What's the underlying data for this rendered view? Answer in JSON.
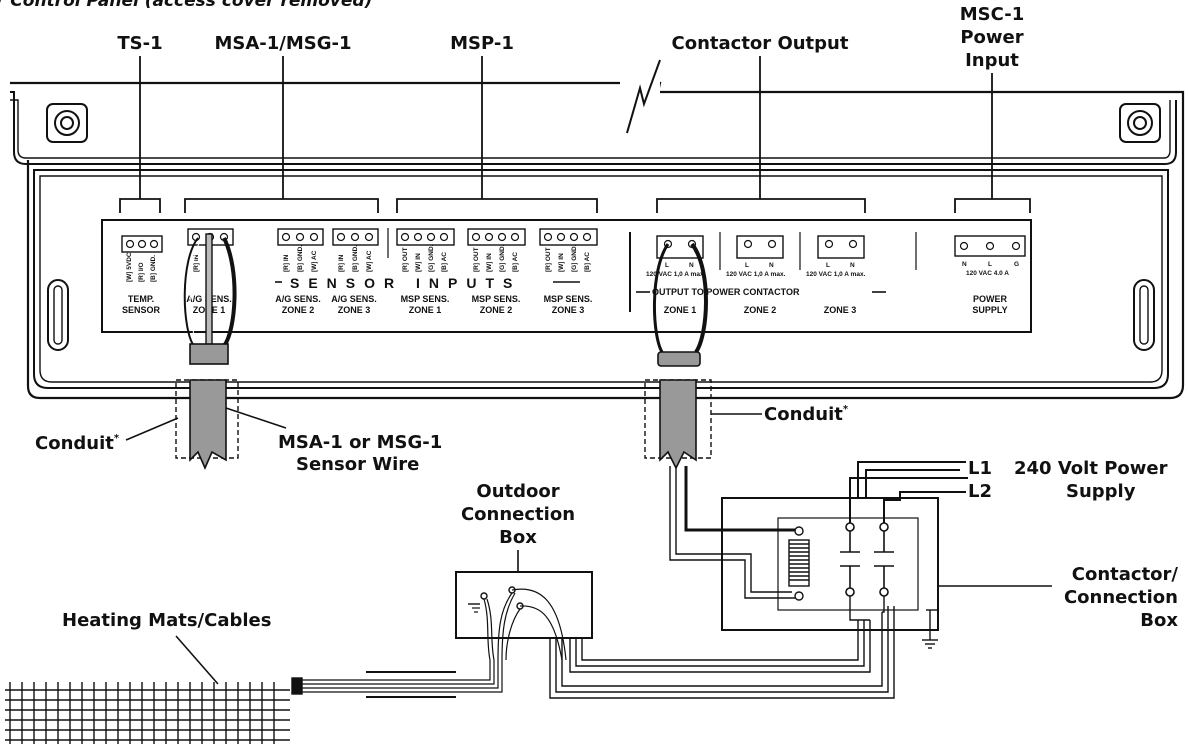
{
  "header": {
    "partial_title": "r Control Panel",
    "partial_subtitle": "(access cover removed)"
  },
  "callouts": {
    "ts1": "TS-1",
    "msa_msg": "MSA-1/MSG-1",
    "msp": "MSP-1",
    "contactor_output": "Contactor Output",
    "msc_line1": "MSC-1",
    "msc_line2": "Power",
    "msc_line3": "Input",
    "conduit_left": "Conduit",
    "conduit_right": "Conduit",
    "conduit_mark": "*",
    "sensor_wire_line1": "MSA-1 or MSG-1",
    "sensor_wire_line2": "Sensor Wire",
    "outdoor_line1": "Outdoor",
    "outdoor_line2": "Connection",
    "outdoor_line3": "Box",
    "heating_mats": "Heating Mats/Cables",
    "l1": "L1",
    "l2": "L2",
    "supply_line1": "240 Volt Power",
    "supply_line2": "Supply",
    "contactor_line1": "Contactor/",
    "contactor_line2": "Connection",
    "contactor_line3": "Box"
  },
  "panel": {
    "temp_terminals": [
      "[W] 5VDC",
      "[R] I/O",
      "[B] GND."
    ],
    "temp_label_line1": "TEMP.",
    "temp_label_line2": "SENSOR",
    "ag_terminals": [
      "[R] IN",
      "[B] GND.",
      "[W] AC"
    ],
    "ag_zone1_line1": "A/G SENS.",
    "ag_zone1_line2": "ZONE 1",
    "ag_zone2_line1": "A/G SENS.",
    "ag_zone2_line2": "ZONE 2",
    "ag_zone3_line1": "A/G SENS.",
    "ag_zone3_line2": "ZONE 3",
    "msp_terminals": [
      "[R] OUT",
      "[W] IN",
      "[G] GND.",
      "[B] AC"
    ],
    "msp_zone1_line1": "MSP SENS.",
    "msp_zone1_line2": "ZONE 1",
    "msp_zone2_line1": "MSP SENS.",
    "msp_zone2_line2": "ZONE 2",
    "msp_zone3_line1": "MSP SENS.",
    "msp_zone3_line2": "ZONE 3",
    "sensor_inputs": "SENSOR INPUTS",
    "output_terminals": [
      "L",
      "N"
    ],
    "output_rating": "120 VAC 1,0 A max.",
    "output_to_contactor": "OUTPUT TO POWER CONTACTOR",
    "out_zone1": "ZONE 1",
    "out_zone2": "ZONE 2",
    "out_zone3": "ZONE 3",
    "power_terminals": [
      "N",
      "L",
      "G"
    ],
    "power_rating": "120 VAC 4.0 A",
    "power_label_line1": "POWER",
    "power_label_line2": "SUPPLY"
  }
}
